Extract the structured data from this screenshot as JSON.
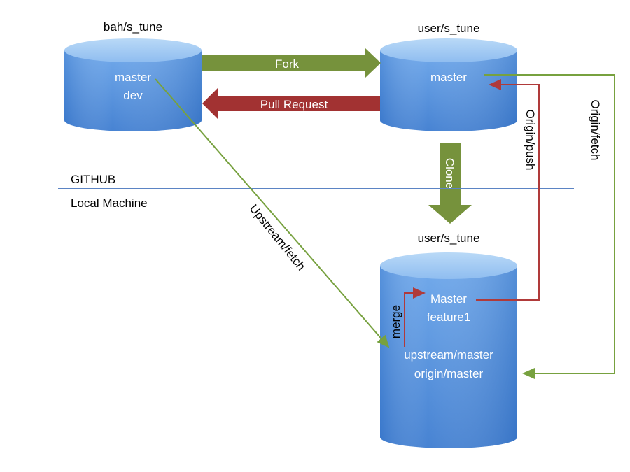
{
  "repos": {
    "upstream": {
      "title": "bah/s_tune",
      "branches": [
        "master",
        "dev"
      ]
    },
    "fork": {
      "title": "user/s_tune",
      "branches": [
        "master"
      ]
    },
    "local": {
      "title": "user/s_tune",
      "branches": [
        "Master",
        "feature1"
      ],
      "remotes": [
        "upstream/master",
        "origin/master"
      ]
    }
  },
  "arrows": {
    "fork": "Fork",
    "pull_request": "Pull Request",
    "clone": "Clone"
  },
  "connectors": {
    "upstream_fetch": "Upstream/fetch",
    "origin_push": "Origin/push",
    "origin_fetch": "Origin/fetch",
    "merge": "merge"
  },
  "zones": {
    "github": "GITHUB",
    "local": "Local Machine"
  },
  "colors": {
    "cylinder_top": "#9ec8f2",
    "cylinder_body": "#3f7fd0",
    "green_arrow": "#76923c",
    "red_arrow": "#a23232",
    "divider": "#5b84c4",
    "green_line": "#77a13f",
    "red_line": "#b03a3a"
  }
}
